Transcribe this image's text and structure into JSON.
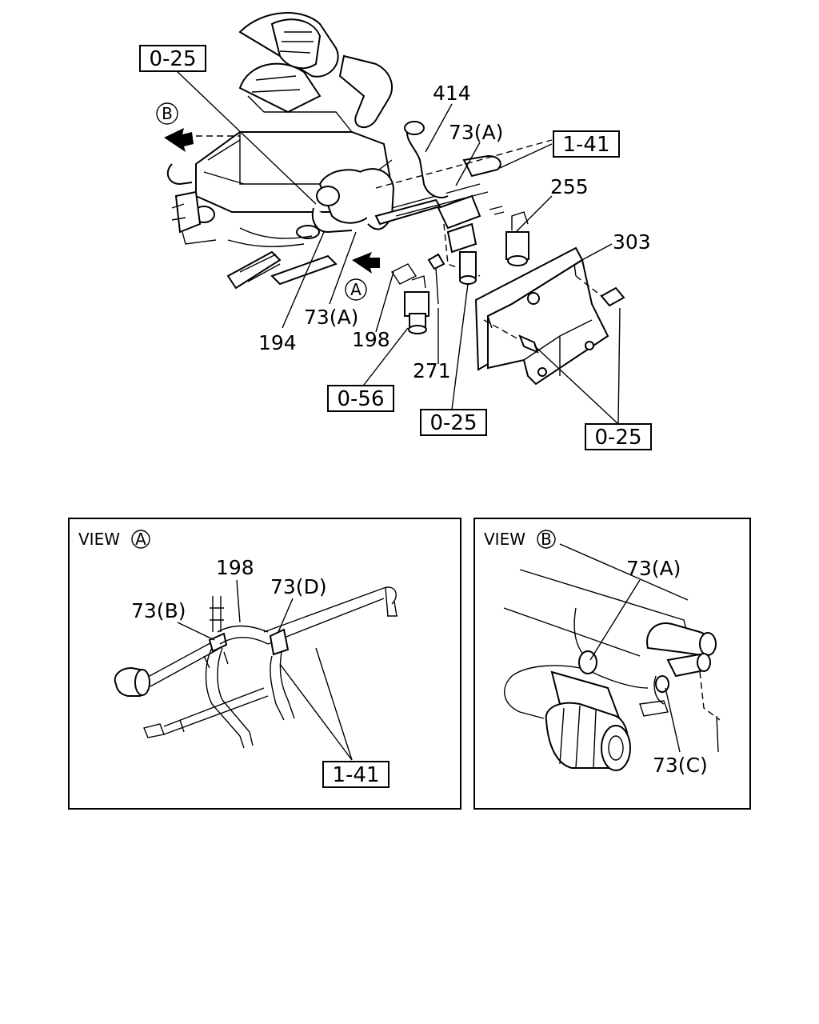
{
  "main_view": {
    "labels": {
      "p414": "414",
      "p73a_top": "73(A)",
      "p255": "255",
      "p303": "303",
      "p194": "194",
      "p73a_bottom": "73(A)",
      "p198": "198",
      "p271": "271"
    },
    "view_markers": {
      "a": "A",
      "b": "B"
    },
    "refs": {
      "r025_top": "0-25",
      "r141_top": "1-41",
      "r056": "0-56",
      "r025_mid": "0-25",
      "r025_right": "0-25"
    }
  },
  "view_a": {
    "title": "VIEW",
    "marker": "A",
    "labels": {
      "p198": "198",
      "p73b": "73(B)",
      "p73d": "73(D)"
    },
    "refs": {
      "r141": "1-41"
    }
  },
  "view_b": {
    "title": "VIEW",
    "marker": "B",
    "labels": {
      "p73a": "73(A)",
      "p73c": "73(C)"
    }
  }
}
